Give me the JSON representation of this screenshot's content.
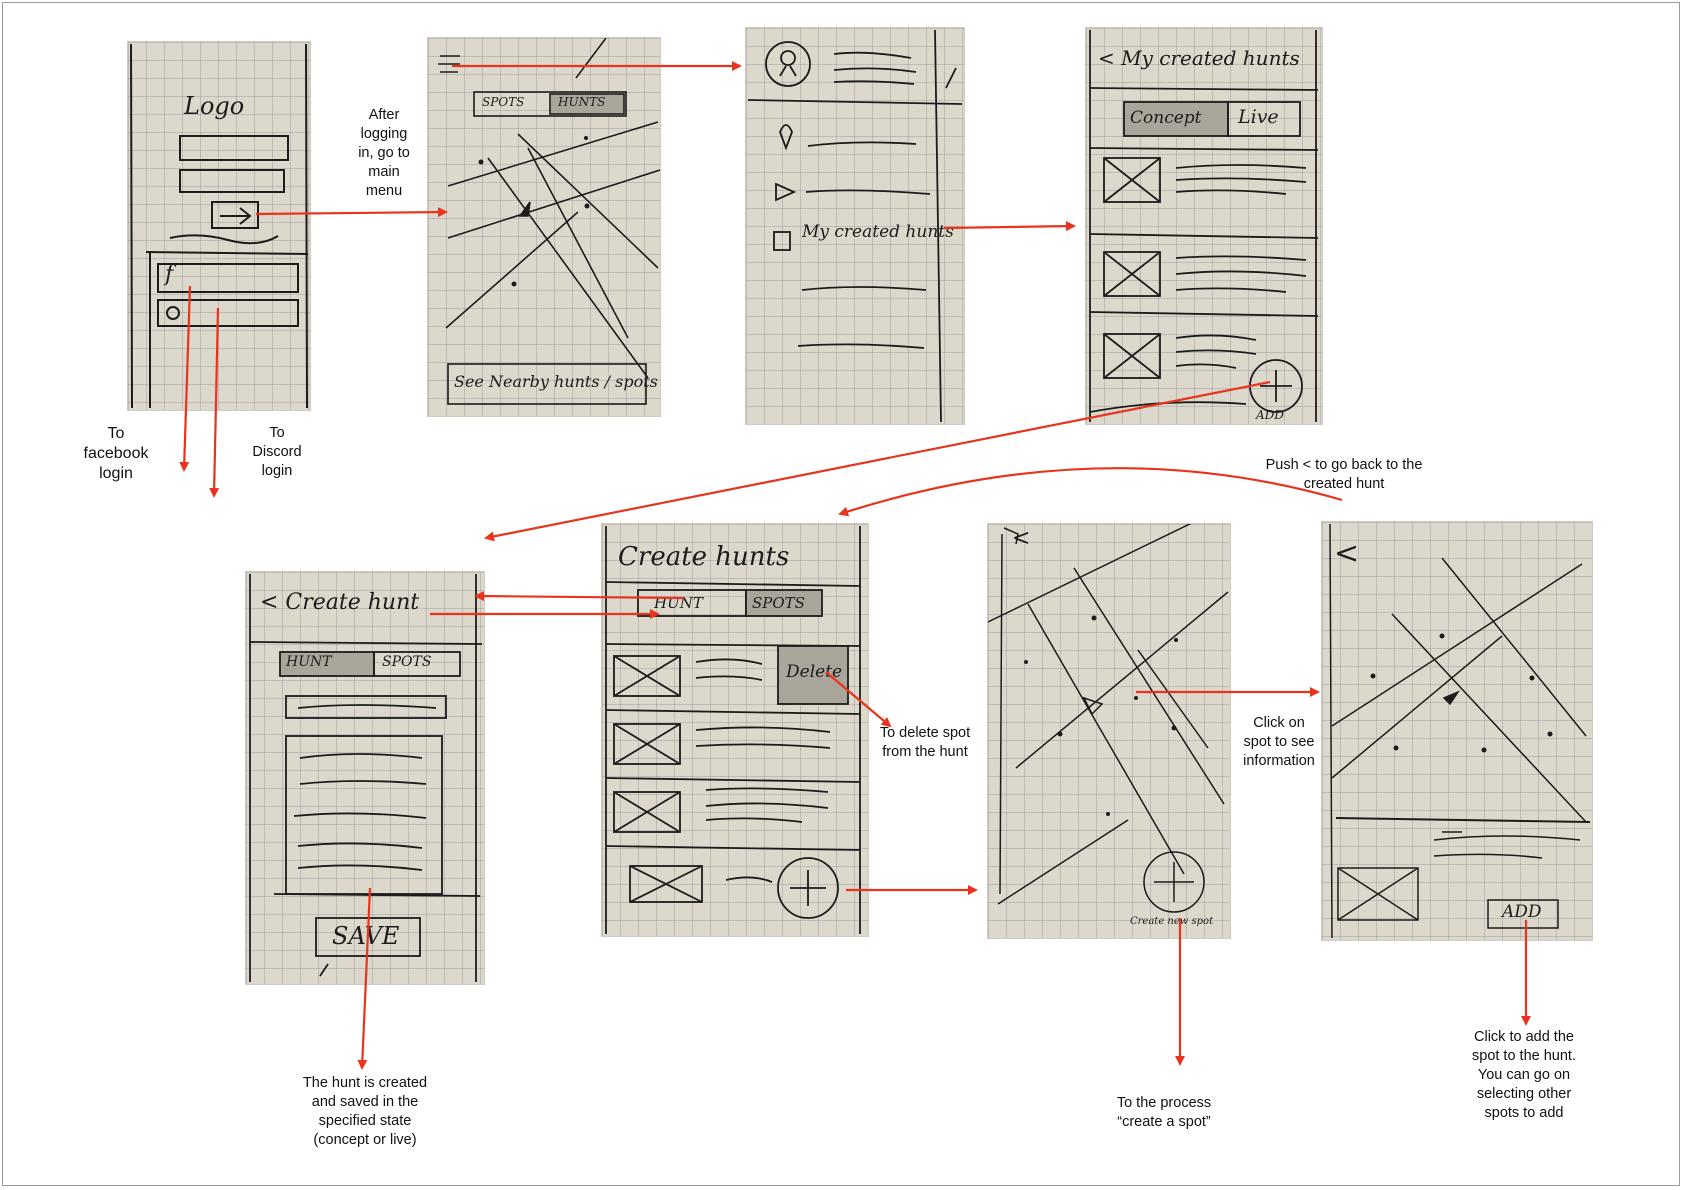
{
  "sketch_text": {
    "logo": "Logo",
    "facebook_glyph": "f",
    "tab_spots": "SPOTS",
    "tab_hunts": "HUNTS",
    "see_nearby": "See Nearby hunts / spots",
    "my_created_hunts_menu": "My created hunts",
    "my_created_hunts_title": "< My created hunts",
    "tab_concept": "Concept",
    "tab_live": "Live",
    "add_under_plus": "ADD",
    "create_hunt_title": "< Create hunt",
    "tab_hunt": "HUNT",
    "tab_spots_2": "SPOTS",
    "save": "SAVE",
    "create_hunts_title": "Create hunts",
    "delete": "Delete",
    "create_new_spot": "Create new spot",
    "add_button": "ADD",
    "back": "<"
  },
  "annotations": {
    "after_login": "After\nlogging\nin, go to\nmain\nmenu",
    "to_facebook": "To\nfacebook\nlogin",
    "to_discord": "To\nDiscord\nlogin",
    "push_back": "Push < to go back to the\ncreated hunt",
    "to_delete": "To delete spot\nfrom the hunt",
    "click_spot": "Click on\nspot to see\ninformation",
    "hunt_created": "The hunt is created\nand saved in the\nspecified state\n(concept or live)",
    "create_spot_process": "To the process\n“create a spot”",
    "click_add": "Click to add the\nspot to the hunt.\nYou can go on\nselecting other\nspots to add"
  },
  "colors": {
    "arrow": "#e8341c",
    "paper": "#dcd8cc",
    "ink": "#1c1c1c",
    "highlight": "#a9a59b"
  }
}
